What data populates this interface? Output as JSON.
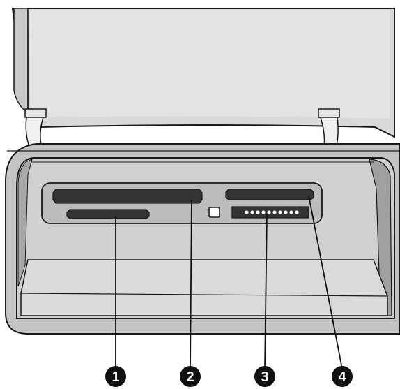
{
  "figure": {
    "description_hidden": false,
    "colors": {
      "outline": "#1a1a1a",
      "lid_face": "#d6d6d6",
      "lid_inner": "#e4e4e4",
      "body_face": "#c2c2c2",
      "panel_face": "#bdbdbd",
      "bay_face": "#cfcfcf",
      "slot_fill": "#333333",
      "callout_fill": "#111111"
    },
    "slots": [
      {
        "id": "slot-1-name",
        "icon": "memory-card-slot-icon"
      },
      {
        "id": "slot-2-name",
        "icon": "memory-card-slot-icon"
      },
      {
        "id": "slot-3-name",
        "icon": "memory-card-slot-icon"
      },
      {
        "id": "slot-4-name",
        "icon": "memory-card-slot-icon"
      }
    ],
    "callouts": [
      "1",
      "2",
      "3",
      "4"
    ]
  }
}
